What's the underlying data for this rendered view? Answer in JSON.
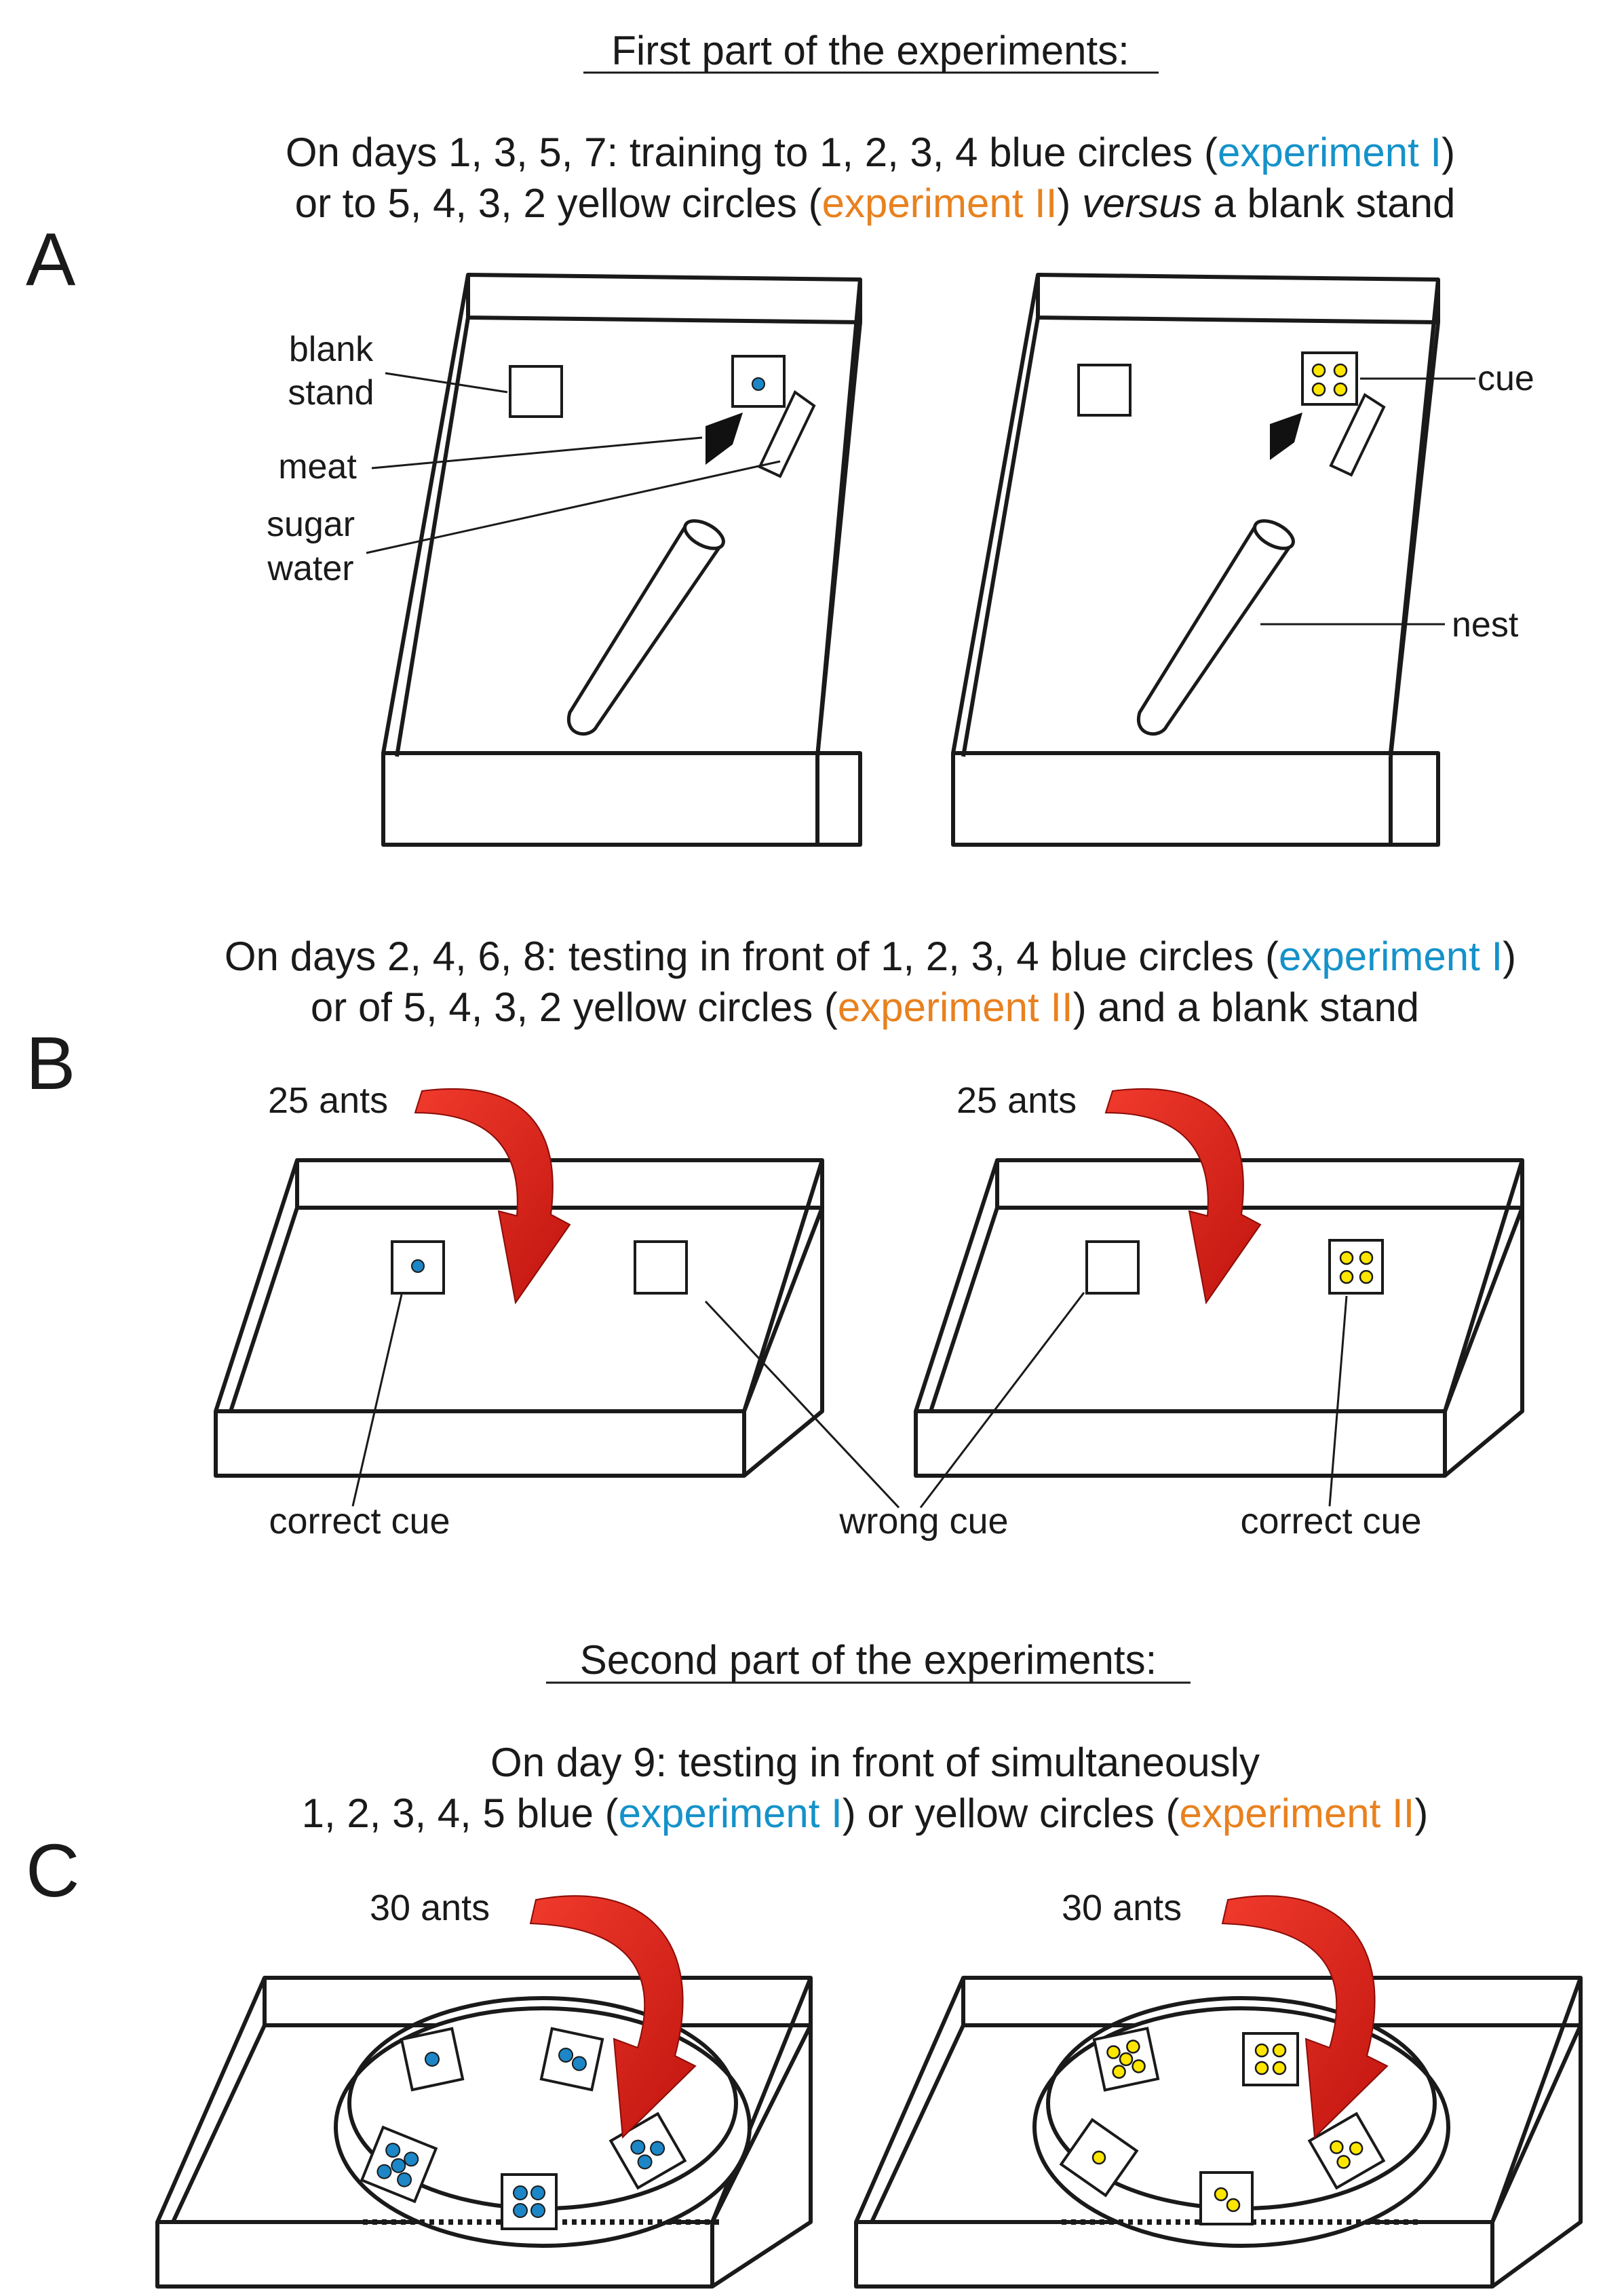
{
  "part1": {
    "heading": "First part of the experiments:",
    "line1": {
      "pre": "On days 1, 3, 5, 7: training to 1, 2, 3, 4 blue circles (",
      "exp": "experiment I",
      "post": ")"
    },
    "line2": {
      "pre": "or to 5, 4, 3, 2 yellow circles (",
      "exp": "experiment II",
      "mid": ") ",
      "ital": "versus",
      "post": " a blank stand"
    }
  },
  "panelA": {
    "letter": "A",
    "labels": {
      "blank1": "blank",
      "blank2": "stand",
      "meat": "meat",
      "sugar1": "sugar",
      "sugar2": "water",
      "cue": "cue",
      "nest": "nest"
    }
  },
  "panelB": {
    "letter": "B",
    "line1": {
      "pre": "On days 2, 4, 6, 8: testing in front of 1, 2, 3, 4 blue circles (",
      "exp": "experiment I",
      "post": ")"
    },
    "line2": {
      "pre": "or of 5, 4, 3, 2 yellow circles (",
      "exp": "experiment II",
      "post": ") and a blank stand"
    },
    "ants_left": "25 ants",
    "ants_right": "25 ants",
    "correct_left": "correct cue",
    "wrong": "wrong cue",
    "correct_right": "correct cue"
  },
  "part2": {
    "heading": "Second part of the experiments:",
    "line1": "On day 9: testing in front of simultaneously",
    "line2": {
      "pre": "1, 2, 3, 4, 5 blue (",
      "exp1": "experiment I",
      "mid": ") or yellow circles (",
      "exp2": "experiment II",
      "post": ")"
    }
  },
  "panelC": {
    "letter": "C",
    "ants_left": "30 ants",
    "ants_right": "30 ants"
  },
  "colors": {
    "blue_text": "#1592c9",
    "orange_text": "#e8811f",
    "blue_dot": "#1c86c6",
    "yellow_dot": "#ffe600",
    "arrow_red": "#e8211b"
  }
}
